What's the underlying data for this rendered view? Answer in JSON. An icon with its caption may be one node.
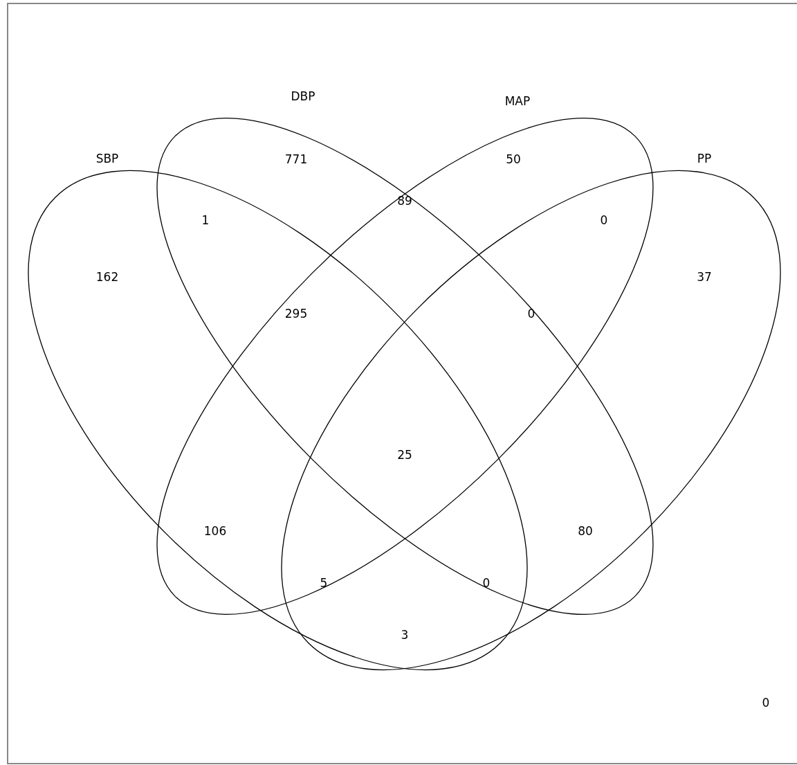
{
  "diagram": {
    "nodes": [
      {
        "text": [
          "DBP"
        ]
      },
      {
        "text": [
          "MAP"
        ]
      },
      {
        "text": [
          "SBP"
        ]
      },
      {
        "text": [
          "PP"
        ]
      }
    ],
    "labels": [
      "771",
      "50",
      "89",
      "1",
      "0",
      "162",
      "37",
      "295",
      "0",
      "25",
      "106",
      "80",
      "5",
      "0",
      "3",
      "0"
    ]
  }
}
